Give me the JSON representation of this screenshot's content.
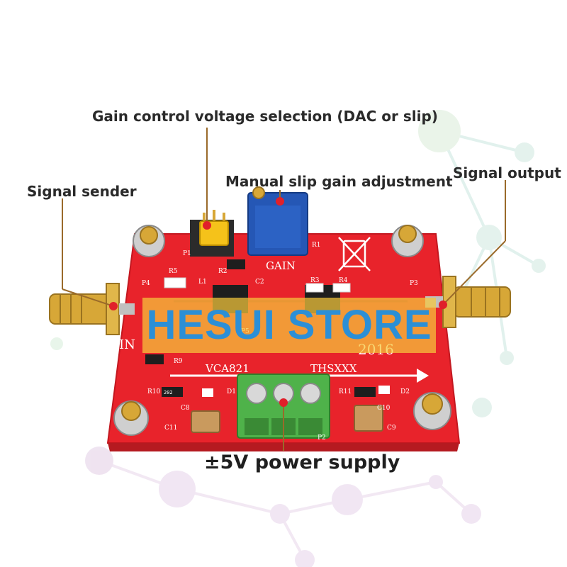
{
  "callouts": {
    "gain_control": "Gain control voltage selection (DAC or slip)",
    "manual_gain": "Manual slip gain adjustment",
    "signal_sender": "Signal sender",
    "signal_output": "Signal output",
    "power_supply": "±5V power supply"
  },
  "watermark": "HESUI STORE",
  "silkscreen": {
    "gain": "GAIN",
    "in": "IN",
    "year": "2016",
    "vca": "VCA821",
    "ths": "THSXXX",
    "p1": "P1",
    "p2": "P2",
    "p3": "P3",
    "p4": "P4",
    "p5": "P5",
    "r1": "R1",
    "r2": "R2",
    "r3": "R3",
    "r4": "R4",
    "r5": "R5",
    "r9": "R9",
    "r10": "R10",
    "r11": "R11",
    "c2": "C2",
    "c8": "C8",
    "c9": "C9",
    "c10": "C10",
    "c11": "C11",
    "d1": "D1",
    "d2": "D2",
    "l1": "L1",
    "smd_202": "202"
  },
  "colors": {
    "pcb": "#e8232b",
    "terminal_block": "#4fb24a",
    "trimmer": "#2557b5",
    "jumper": "#f5c21a",
    "gold": "#d7a737",
    "callout_dot": "#e0202a",
    "callout_line": "#9a6a2a"
  }
}
